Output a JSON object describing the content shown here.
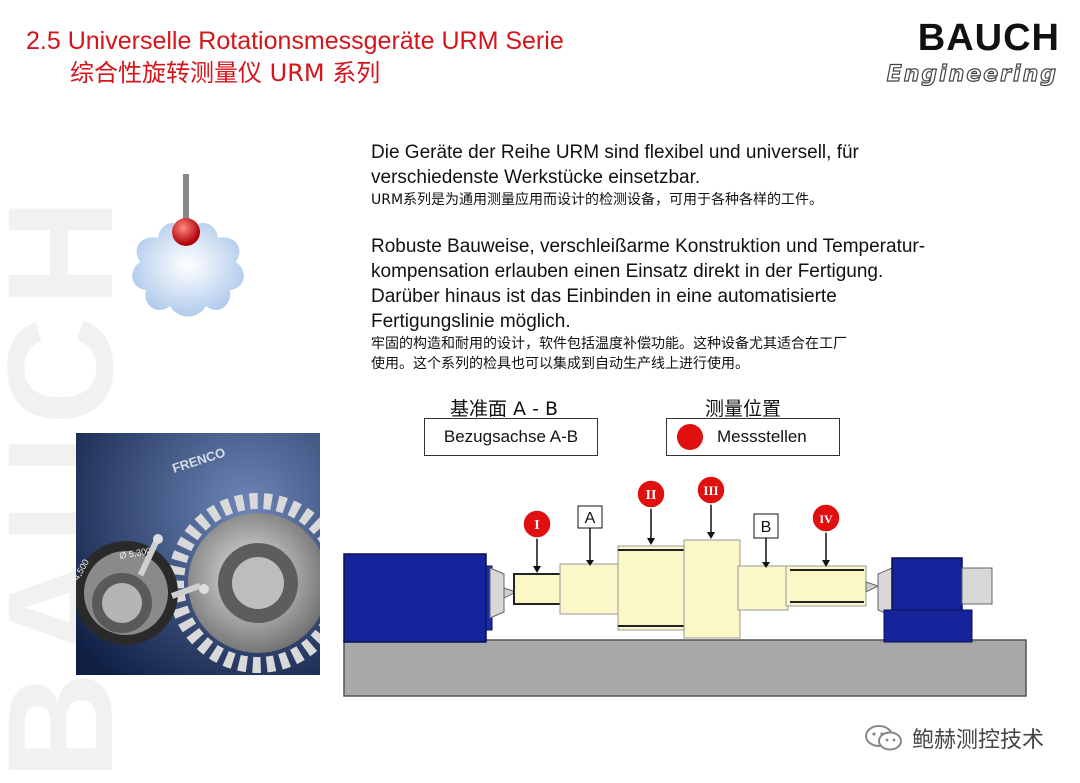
{
  "header": {
    "title": "2.5 Universelle Rotationsmessgeräte  URM Serie",
    "subtitle": "综合性旋转测量仪 URM 系列"
  },
  "logo": {
    "brand": "BAUCH",
    "tagline": "Engineering"
  },
  "watermark": {
    "text": "BAUCH"
  },
  "intro": {
    "de_lines": [
      "Die Geräte der Reihe URM sind flexibel und universell, für",
      "verschiedenste Werkstücke einsetzbar."
    ],
    "zh": "URM系列是为通用测量应用而设计的检测设备，可用于各种各样的工件。"
  },
  "features": {
    "de_lines": [
      "Robuste Bauweise, verschleißarme Konstruktion und Temperatur-",
      "kompensation erlauben einen Einsatz direkt in der Fertigung.",
      "Darüber hinaus ist das Einbinden in eine automatisierte",
      "Fertigungslinie möglich."
    ],
    "zh_lines": [
      "牢固的构造和耐用的设计，软件包括温度补偿功能。这种设备尤其适合在工厂",
      "使用。这个系列的检具也可以集成到自动生产线上进行使用。"
    ]
  },
  "legend": {
    "datum": {
      "zh": "基准面 A - B",
      "de": "Bezugsachse A-B"
    },
    "points": {
      "zh": "测量位置",
      "de": "Messstellen"
    }
  },
  "diagram": {
    "datum_labels": [
      "A",
      "B"
    ],
    "points": [
      "I",
      "II",
      "III",
      "IV"
    ]
  },
  "photo": {
    "brand_text": "FRENCO",
    "gauge_text_1": "4,500",
    "gauge_text_2": "Ø 5,300"
  },
  "footer": {
    "account": "鲍赫测控技术"
  },
  "colors": {
    "accent_red": "#d4151b",
    "motor_blue": "#16249c",
    "part_cream": "#fbf7c6",
    "base_gray": "#a8a8a8"
  }
}
